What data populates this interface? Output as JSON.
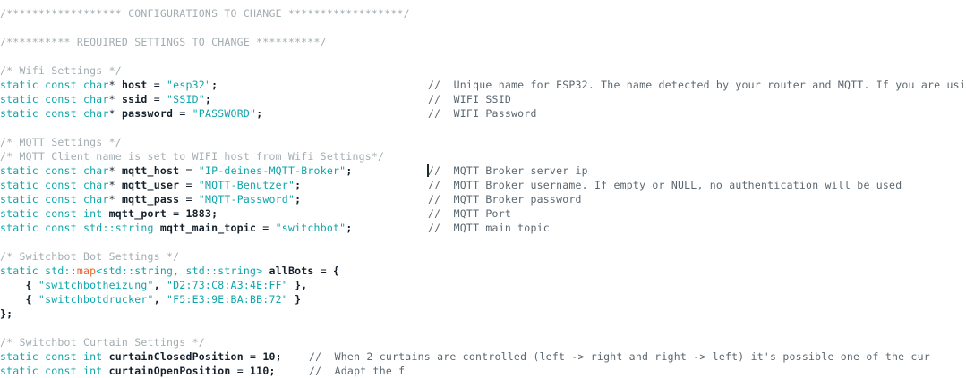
{
  "editor": {
    "background": "#ffffff",
    "colors": {
      "keyword": "#0fa5ab",
      "string": "#0fa5ab",
      "comment_block": "#a3adb2",
      "comment_trailing": "#5b6770",
      "identifier": "#14202b",
      "type_highlight": "#e8622a",
      "caret": "#1d2b27"
    },
    "caret": {
      "visible": true,
      "line_index": 9,
      "column_label": "//"
    },
    "language": "cpp",
    "file_kind": "configuration-header"
  },
  "code": {
    "lines": [
      {
        "id": "banner-configurations",
        "segments": [
          {
            "t": "cmt",
            "v": "/****************** CONFIGURATIONS TO CHANGE ******************/"
          }
        ]
      },
      {
        "id": "blank-1",
        "segments": []
      },
      {
        "id": "banner-required-settings",
        "segments": [
          {
            "t": "cmt",
            "v": "/********** REQUIRED SETTINGS TO CHANGE **********/"
          }
        ]
      },
      {
        "id": "blank-2",
        "segments": []
      },
      {
        "id": "comment-wifi-settings",
        "segments": [
          {
            "t": "cmt",
            "v": "/* Wifi Settings */"
          }
        ]
      },
      {
        "id": "decl-host",
        "segments": [
          {
            "t": "kw",
            "v": "static const char"
          },
          {
            "t": "op",
            "v": "* "
          },
          {
            "t": "ident",
            "v": "host"
          },
          {
            "t": "op",
            "v": " = "
          },
          {
            "t": "str",
            "v": "\"esp32\""
          },
          {
            "t": "punct",
            "v": ";"
          }
        ],
        "tail": "//  Unique name for ESP32. The name detected by your router and MQTT. If you are usi"
      },
      {
        "id": "decl-ssid",
        "segments": [
          {
            "t": "kw",
            "v": "static const char"
          },
          {
            "t": "op",
            "v": "* "
          },
          {
            "t": "ident",
            "v": "ssid"
          },
          {
            "t": "op",
            "v": " = "
          },
          {
            "t": "str",
            "v": "\"SSID\""
          },
          {
            "t": "punct",
            "v": ";"
          }
        ],
        "tail": "//  WIFI SSID"
      },
      {
        "id": "decl-password",
        "segments": [
          {
            "t": "kw",
            "v": "static const char"
          },
          {
            "t": "op",
            "v": "* "
          },
          {
            "t": "ident",
            "v": "password"
          },
          {
            "t": "op",
            "v": " = "
          },
          {
            "t": "str",
            "v": "\"PASSWORD\""
          },
          {
            "t": "punct",
            "v": ";"
          }
        ],
        "tail": "//  WIFI Password"
      },
      {
        "id": "blank-3",
        "segments": []
      },
      {
        "id": "comment-mqtt-settings",
        "segments": [
          {
            "t": "cmt",
            "v": "/* MQTT Settings */"
          }
        ]
      },
      {
        "id": "comment-mqtt-client-name",
        "segments": [
          {
            "t": "cmt",
            "v": "/* MQTT Client name is set to WIFI host from Wifi Settings*/"
          }
        ]
      },
      {
        "id": "decl-mqtt-host",
        "segments": [
          {
            "t": "kw",
            "v": "static const char"
          },
          {
            "t": "op",
            "v": "* "
          },
          {
            "t": "ident",
            "v": "mqtt_host"
          },
          {
            "t": "op",
            "v": " = "
          },
          {
            "t": "str",
            "v": "\"IP-deines-MQTT-Broker\""
          },
          {
            "t": "punct",
            "v": ";"
          }
        ],
        "tail": "//  MQTT Broker server ip",
        "caret": true
      },
      {
        "id": "decl-mqtt-user",
        "segments": [
          {
            "t": "kw",
            "v": "static const char"
          },
          {
            "t": "op",
            "v": "* "
          },
          {
            "t": "ident",
            "v": "mqtt_user"
          },
          {
            "t": "op",
            "v": " = "
          },
          {
            "t": "str",
            "v": "\"MQTT-Benutzer\""
          },
          {
            "t": "punct",
            "v": ";"
          }
        ],
        "tail": "//  MQTT Broker username. If empty or NULL, no authentication will be used"
      },
      {
        "id": "decl-mqtt-pass",
        "segments": [
          {
            "t": "kw",
            "v": "static const char"
          },
          {
            "t": "op",
            "v": "* "
          },
          {
            "t": "ident",
            "v": "mqtt_pass"
          },
          {
            "t": "op",
            "v": " = "
          },
          {
            "t": "str",
            "v": "\"MQTT-Password\""
          },
          {
            "t": "punct",
            "v": ";"
          }
        ],
        "tail": "//  MQTT Broker password"
      },
      {
        "id": "decl-mqtt-port",
        "segments": [
          {
            "t": "kw",
            "v": "static const int"
          },
          {
            "t": "op",
            "v": " "
          },
          {
            "t": "ident",
            "v": "mqtt_port"
          },
          {
            "t": "op",
            "v": " = "
          },
          {
            "t": "num",
            "v": "1883"
          },
          {
            "t": "punct",
            "v": ";"
          }
        ],
        "tail": "//  MQTT Port"
      },
      {
        "id": "decl-mqtt-main-topic",
        "segments": [
          {
            "t": "kw",
            "v": "static const std::string"
          },
          {
            "t": "op",
            "v": " "
          },
          {
            "t": "ident",
            "v": "mqtt_main_topic"
          },
          {
            "t": "op",
            "v": " = "
          },
          {
            "t": "str",
            "v": "\"switchbot\""
          },
          {
            "t": "punct",
            "v": ";"
          }
        ],
        "tail": "//  MQTT main topic"
      },
      {
        "id": "blank-4",
        "segments": []
      },
      {
        "id": "comment-switchbot-bot-settings",
        "segments": [
          {
            "t": "cmt",
            "v": "/* Switchbot Bot Settings */"
          }
        ]
      },
      {
        "id": "decl-allbots-open",
        "segments": [
          {
            "t": "kw",
            "v": "static"
          },
          {
            "t": "plain",
            "v": " "
          },
          {
            "t": "kw",
            "v": "std::"
          },
          {
            "t": "type-o",
            "v": "map"
          },
          {
            "t": "kw",
            "v": "<std::string, std::string>"
          },
          {
            "t": "op",
            "v": " "
          },
          {
            "t": "ident",
            "v": "allBots"
          },
          {
            "t": "op",
            "v": " = "
          },
          {
            "t": "punct",
            "v": "{"
          }
        ]
      },
      {
        "id": "entry-switchbotheizung",
        "segments": [
          {
            "t": "punct",
            "v": "    { "
          },
          {
            "t": "str",
            "v": "\"switchbotheizung\""
          },
          {
            "t": "punct",
            "v": ", "
          },
          {
            "t": "str",
            "v": "\"D2:73:C8:A3:4E:FF\""
          },
          {
            "t": "punct",
            "v": " },"
          }
        ]
      },
      {
        "id": "entry-switchbotdrucker",
        "segments": [
          {
            "t": "punct",
            "v": "    { "
          },
          {
            "t": "str",
            "v": "\"switchbotdrucker\""
          },
          {
            "t": "punct",
            "v": ", "
          },
          {
            "t": "str",
            "v": "\"F5:E3:9E:BA:BB:72\""
          },
          {
            "t": "punct",
            "v": " }"
          }
        ]
      },
      {
        "id": "decl-allbots-close",
        "segments": [
          {
            "t": "punct",
            "v": "};"
          }
        ]
      },
      {
        "id": "blank-5",
        "segments": []
      },
      {
        "id": "comment-switchbot-curtain-settings",
        "segments": [
          {
            "t": "cmt",
            "v": "/* Switchbot Curtain Settings */"
          }
        ]
      },
      {
        "id": "decl-curtain-closed-position",
        "segments": [
          {
            "t": "kw",
            "v": "static const int"
          },
          {
            "t": "op",
            "v": " "
          },
          {
            "t": "ident",
            "v": "curtainClosedPosition"
          },
          {
            "t": "op",
            "v": " = "
          },
          {
            "t": "num",
            "v": "10"
          },
          {
            "t": "punct",
            "v": ";"
          }
        ],
        "tail_inline": "//  When 2 curtains are controlled (left -> right and right -> left) it's possible one of the cur"
      },
      {
        "id": "decl-curtain-open-position",
        "segments": [
          {
            "t": "kw",
            "v": "static const int"
          },
          {
            "t": "op",
            "v": " "
          },
          {
            "t": "ident",
            "v": "curtainOpenPosition"
          },
          {
            "t": "op",
            "v": " = "
          },
          {
            "t": "num",
            "v": "110"
          },
          {
            "t": "punct",
            "v": ";"
          }
        ],
        "tail_inline": "//  Adapt the f"
      }
    ]
  }
}
